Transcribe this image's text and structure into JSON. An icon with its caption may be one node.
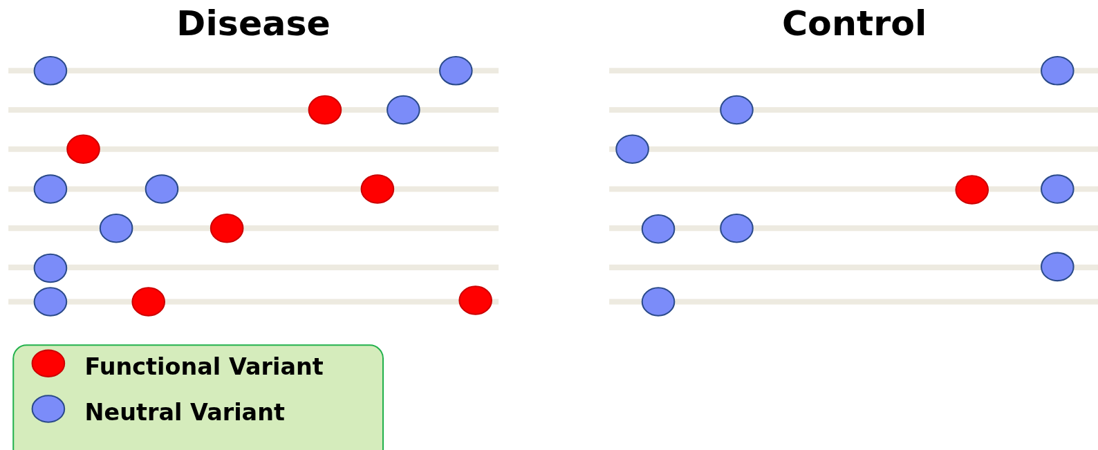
{
  "diagram": {
    "labels": [
      "Disease",
      "Control"
    ],
    "legend": [
      {
        "text": "Functional Variant",
        "color": "#ff0000"
      },
      {
        "text": "Neutral Variant",
        "color": "#7b8cf9"
      }
    ]
  }
}
